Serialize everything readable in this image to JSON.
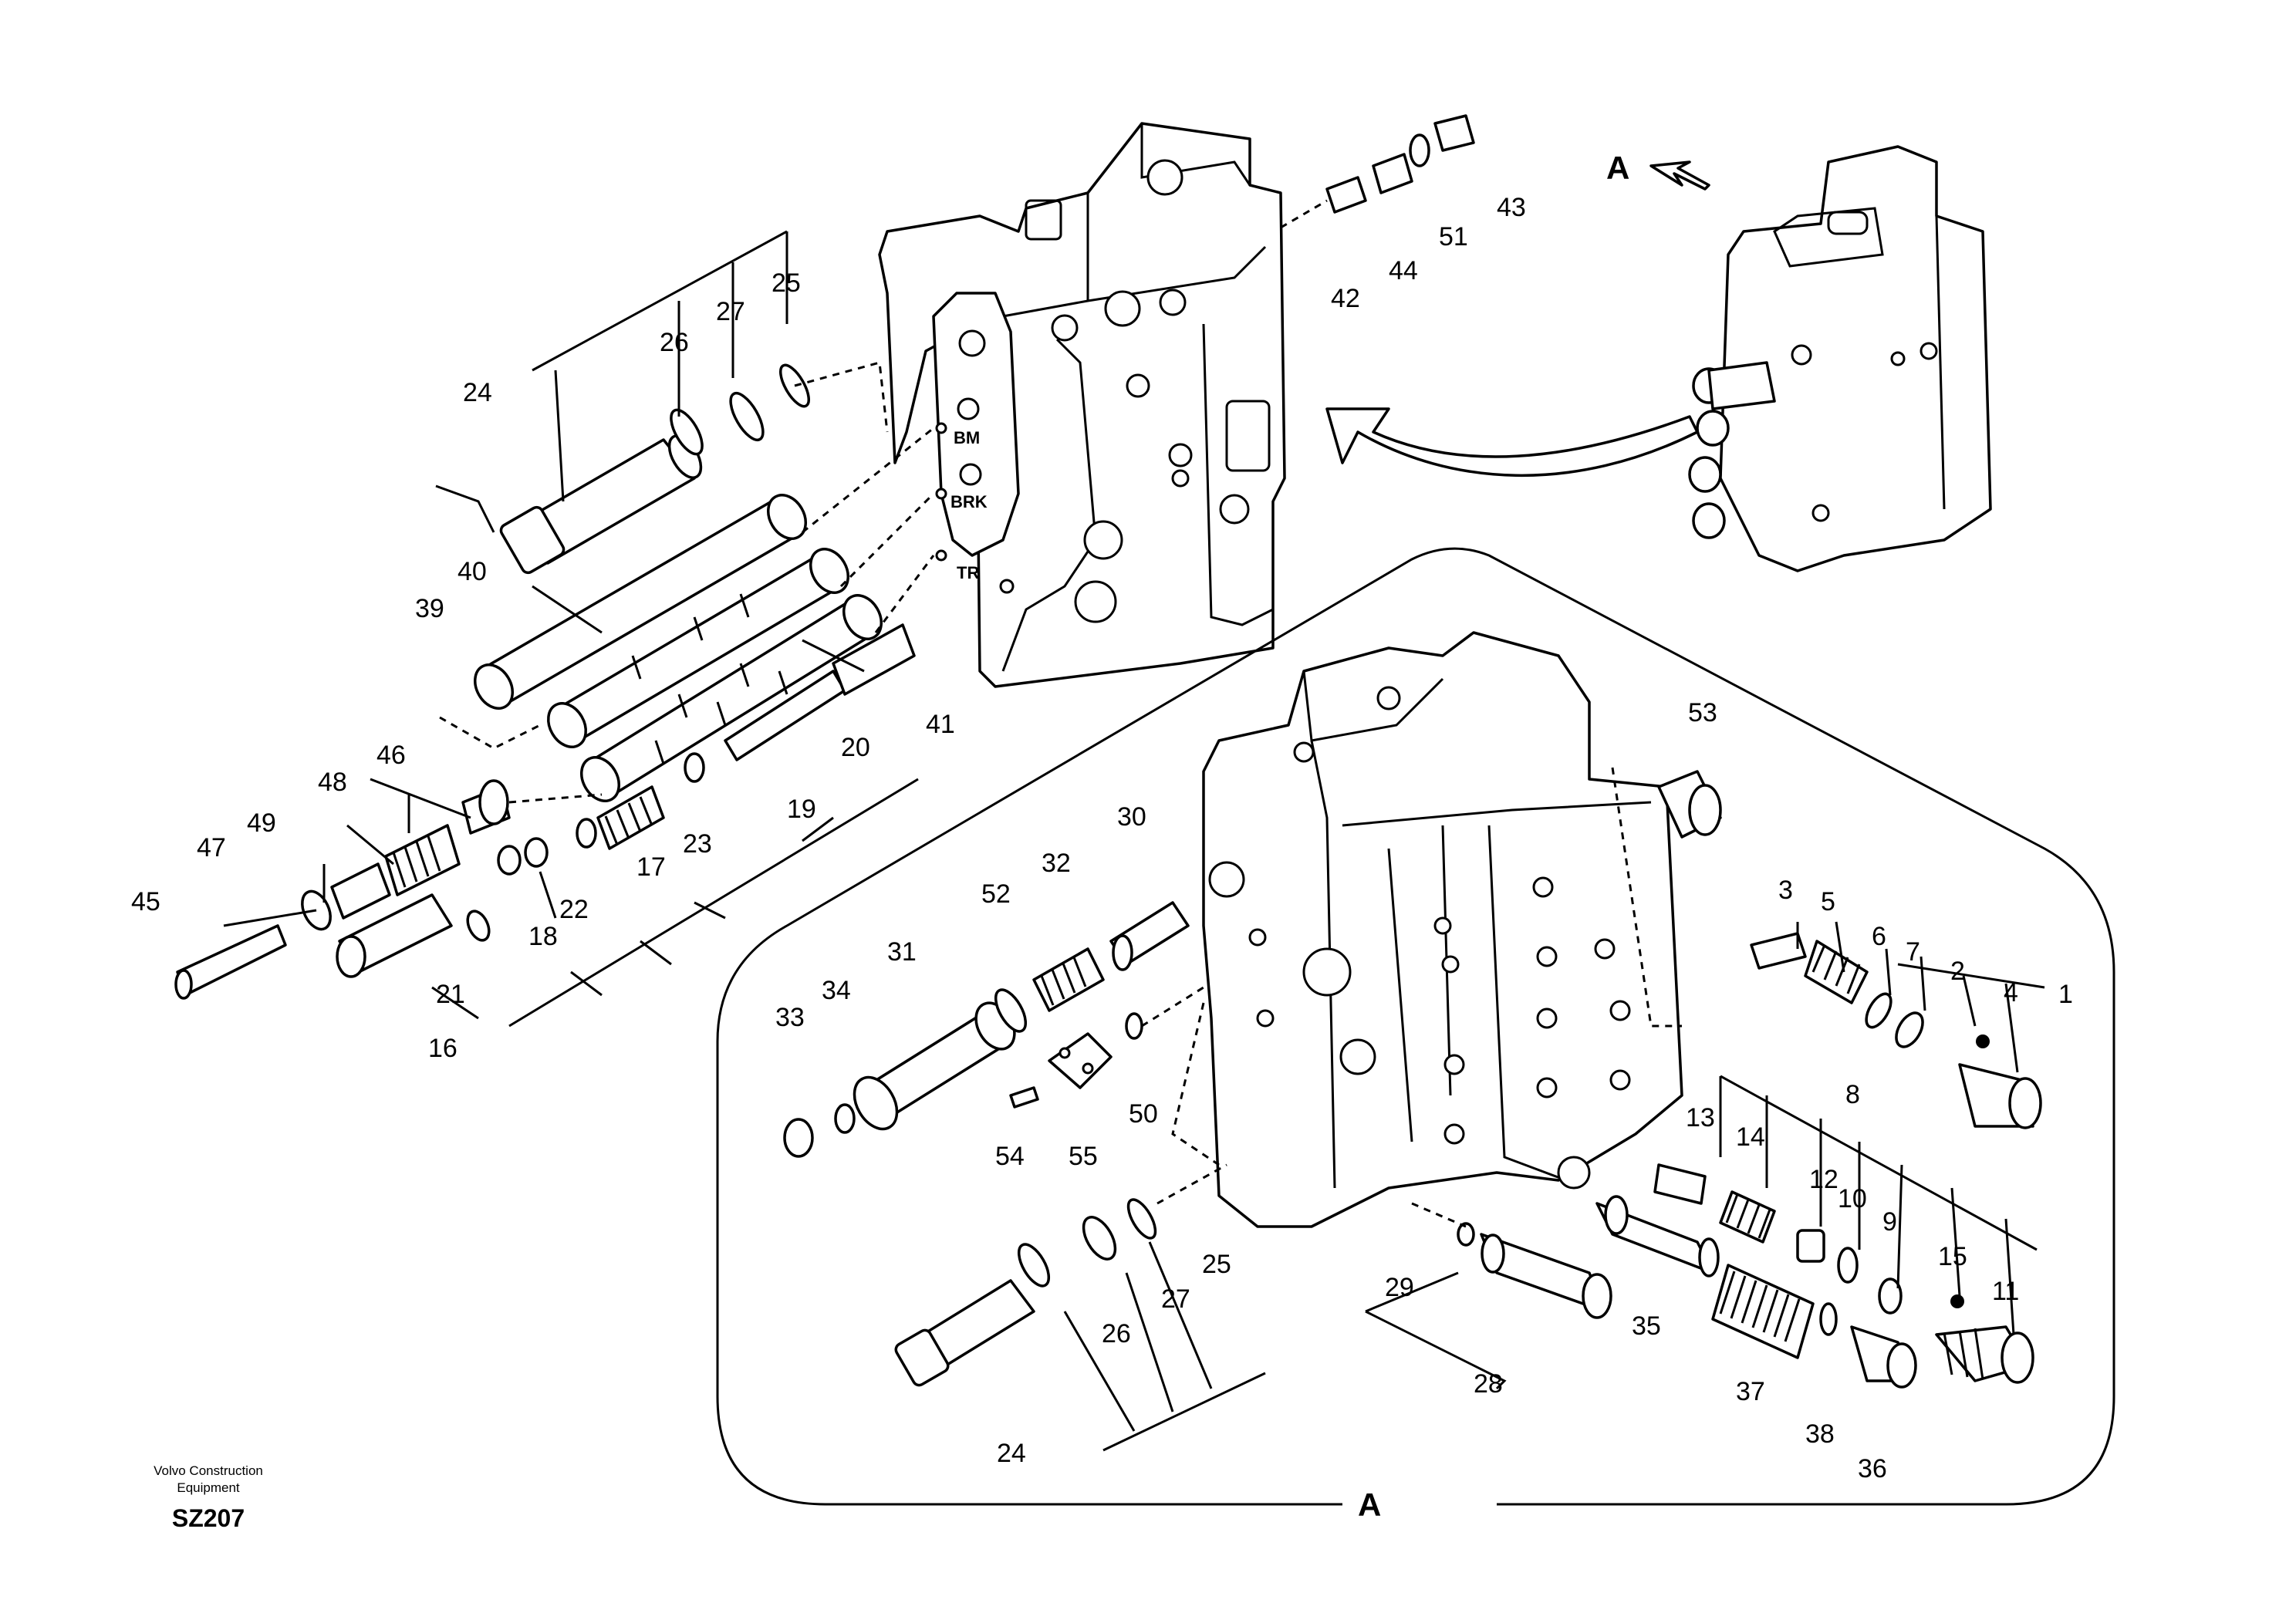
{
  "diagram": {
    "view_marker": "A",
    "ports": [
      "BM",
      "BRK",
      "TR"
    ],
    "callouts": [
      "1",
      "2",
      "3",
      "4",
      "5",
      "6",
      "7",
      "8",
      "9",
      "10",
      "11",
      "12",
      "13",
      "14",
      "15",
      "16",
      "17",
      "18",
      "19",
      "20",
      "21",
      "22",
      "23",
      "24",
      "25",
      "26",
      "27",
      "28",
      "29",
      "30",
      "31",
      "32",
      "33",
      "34",
      "35",
      "36",
      "37",
      "38",
      "39",
      "40",
      "41",
      "42",
      "43",
      "44",
      "45",
      "46",
      "47",
      "48",
      "49",
      "50",
      "51",
      "52",
      "53",
      "54",
      "55",
      "24",
      "25",
      "26",
      "27"
    ]
  },
  "caption": {
    "maker_line1": "Volvo Construction",
    "maker_line2": "Equipment",
    "code": "SZ207"
  }
}
